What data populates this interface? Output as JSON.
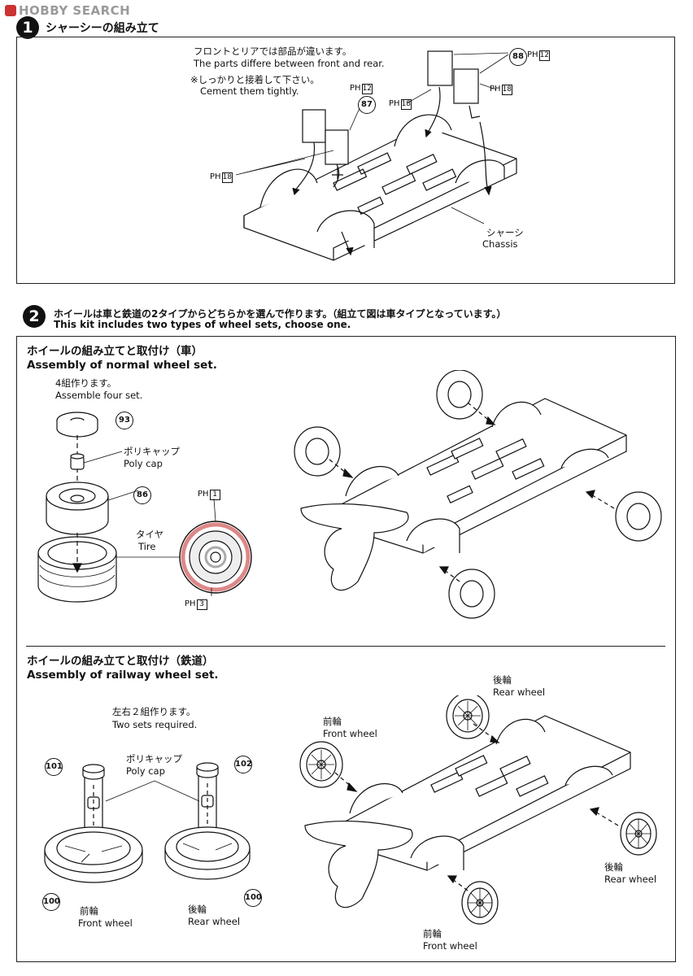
{
  "header": {
    "logo": "HOBBY SEARCH"
  },
  "step1": {
    "number": "1",
    "title": "シャーシーの組み立て",
    "note_jp": "フロントとリアでは部品が違います。",
    "note_en": "The parts differe between front and rear.",
    "cement_jp": "※しっかりと接着して下さい。",
    "cement_en": "Cement them tightly.",
    "chassis_jp": "シャーシ",
    "chassis_en": "Chassis",
    "ph_label": "PH",
    "ph12": "12",
    "ph18": "18",
    "part87": "87",
    "part88": "88"
  },
  "step2": {
    "number": "2",
    "title_jp": "ホイールは車と鉄道の2タイプからどちらかを選んで作ります。（組立て図は車タイプとなっています。）",
    "title_en": "This kit includes two types of wheel sets, choose one.",
    "normal": {
      "header_jp": "ホイールの組み立てと取付け（車）",
      "header_en": "Assembly of normal wheel set.",
      "count_jp": "4組作ります。",
      "count_en": "Assemble four set.",
      "polycap_jp": "ポリキャップ",
      "polycap_en": "Poly cap",
      "tire_jp": "タイヤ",
      "tire_en": "Tire",
      "part93": "93",
      "part86": "86",
      "ph_label": "PH",
      "ph1": "1",
      "ph3": "3"
    },
    "railway": {
      "header_jp": "ホイールの組み立てと取付け（鉄道）",
      "header_en": "Assembly of railway wheel set.",
      "count_jp": "左右２組作ります。",
      "count_en": "Two sets required.",
      "polycap_jp": "ポリキャップ",
      "polycap_en": "Poly cap",
      "part101": "101",
      "part102": "102",
      "part100a": "100",
      "part100b": "100",
      "front_jp": "前輪",
      "front_en": "Front wheel",
      "rear_jp": "後輪",
      "rear_en": "Rear wheel",
      "rear2_jp": "後輪",
      "rear2_en": "Rear wheel",
      "front2_jp": "前輪",
      "front2_en": "Front wheel",
      "rear3_jp": "後輪",
      "rear3_en": "Rear wheel",
      "front3_jp": "前輪",
      "front3_en": "Front wheel"
    }
  }
}
